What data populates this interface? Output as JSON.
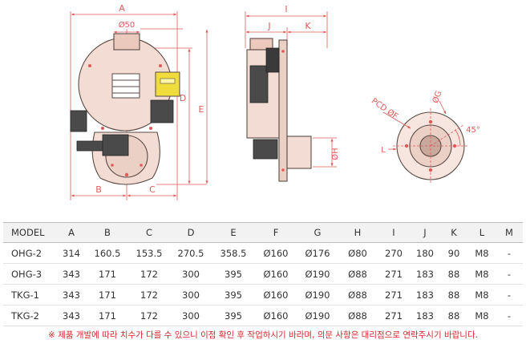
{
  "drawing": {
    "front_view": {
      "dim_A": "A",
      "dim_phi50": "Ø50",
      "dim_B": "B",
      "dim_C": "C",
      "dim_D": "D",
      "dim_E": "E"
    },
    "side_view": {
      "dim_I": "I",
      "dim_J": "J",
      "dim_K": "K",
      "dim_H": "ØH"
    },
    "flange_view": {
      "pcd_label": "PCD ØF",
      "dim_G": "ØG",
      "dim_L": "L",
      "angle_label": "45°"
    }
  },
  "table": {
    "headers": [
      "MODEL",
      "A",
      "B",
      "C",
      "D",
      "E",
      "F",
      "G",
      "H",
      "I",
      "J",
      "K",
      "L",
      "M"
    ],
    "rows": [
      [
        "OHG-2",
        "314",
        "160.5",
        "153.5",
        "270.5",
        "358.5",
        "Ø160",
        "Ø176",
        "Ø80",
        "270",
        "180",
        "90",
        "M8",
        "-"
      ],
      [
        "OHG-3",
        "343",
        "171",
        "172",
        "300",
        "395",
        "Ø160",
        "Ø190",
        "Ø88",
        "271",
        "183",
        "88",
        "M8",
        "-"
      ],
      [
        "TKG-1",
        "343",
        "171",
        "172",
        "300",
        "395",
        "Ø160",
        "Ø190",
        "Ø88",
        "271",
        "183",
        "88",
        "M8",
        "-"
      ],
      [
        "TKG-2",
        "343",
        "171",
        "172",
        "300",
        "395",
        "Ø160",
        "Ø190",
        "Ø88",
        "271",
        "183",
        "88",
        "M8",
        "-"
      ]
    ]
  },
  "note": "※ 제품 개발에 따라 치수가 다를 수 있으니 이점 확인 후 작업하시기 바라며, 의문 사항은 대리점으로 연락주시기 바랍니다.",
  "colors": {
    "dimension": "#e05a5a",
    "body_fill": "#f3dcd3",
    "body_stroke": "#5a4a44",
    "label_yellow": "#f0dc3c",
    "note_red": "#d6262c"
  }
}
